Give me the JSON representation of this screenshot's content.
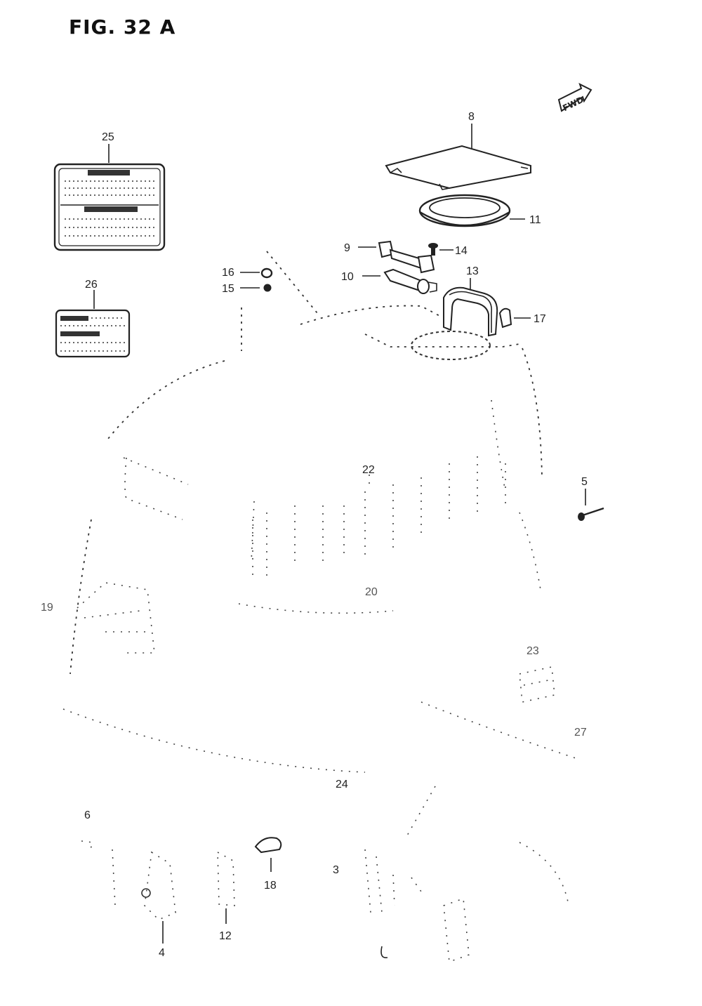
{
  "figure": {
    "title": "FIG. 32 A"
  },
  "arrow": {
    "text": "FWD"
  },
  "labels": {
    "p3": "3",
    "p4": "4",
    "p5": "5",
    "p6": "6",
    "p8": "8",
    "p9": "9",
    "p10": "10",
    "p11": "11",
    "p12": "12",
    "p13": "13",
    "p14": "14",
    "p15": "15",
    "p16": "16",
    "p17": "17",
    "p18": "18",
    "p19": "19",
    "p20": "20",
    "p22": "22",
    "p23": "23",
    "p24": "24",
    "p25": "25",
    "p26": "26",
    "p27": "27"
  }
}
